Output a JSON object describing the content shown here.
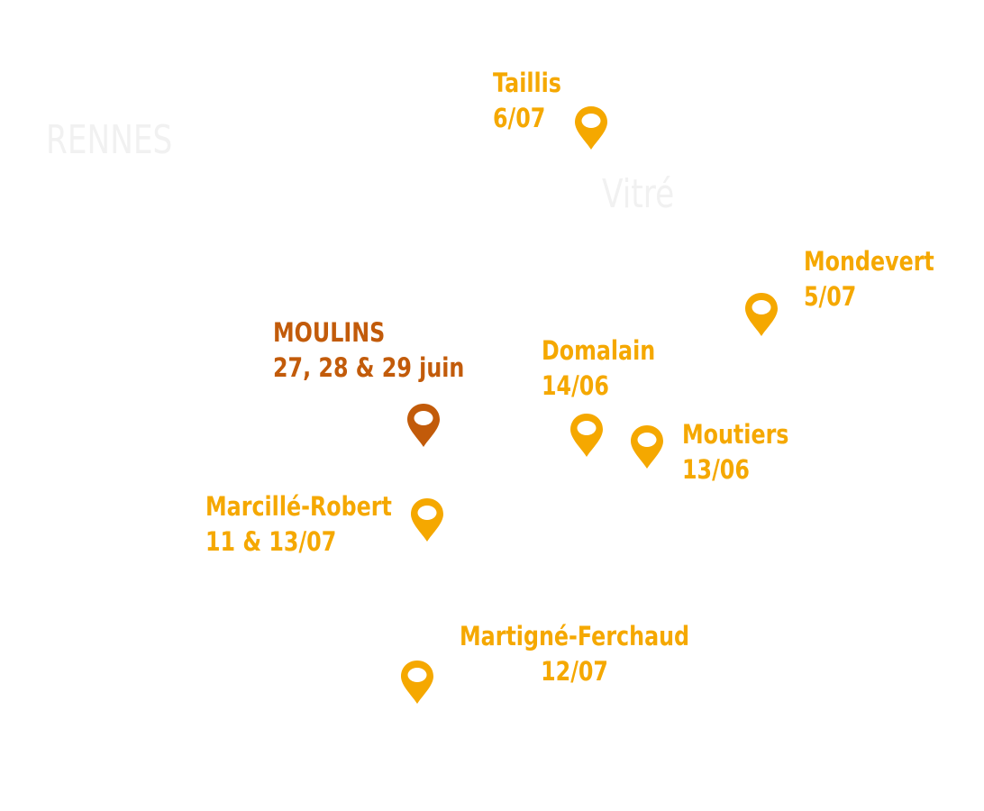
{
  "colors": {
    "marker": "#f5a800",
    "highlight": "#c25b0a",
    "city_label": "#f1f1f1",
    "background": "#ffffff"
  },
  "cities": {
    "rennes": "RENNES",
    "vitre": "Vitré"
  },
  "locations": [
    {
      "id": "taillis",
      "name": "Taillis",
      "date": "6/07",
      "highlight": false,
      "icon": "map-pin-icon"
    },
    {
      "id": "mondevert",
      "name": "Mondevert",
      "date": "5/07",
      "highlight": false,
      "icon": "map-pin-icon"
    },
    {
      "id": "moulins",
      "name": "MOULINS",
      "date": "27, 28 & 29 juin",
      "highlight": true,
      "icon": "map-pin-icon"
    },
    {
      "id": "domalain",
      "name": "Domalain",
      "date": "14/06",
      "highlight": false,
      "icon": "map-pin-icon"
    },
    {
      "id": "moutiers",
      "name": "Moutiers",
      "date": "13/06",
      "highlight": false,
      "icon": "map-pin-icon"
    },
    {
      "id": "marcille-robert",
      "name": "Marcillé-Robert",
      "date": "11 & 13/07",
      "highlight": false,
      "icon": "map-pin-icon"
    },
    {
      "id": "martigne-ferchaud",
      "name": "Martigné-Ferchaud",
      "date": "12/07",
      "highlight": false,
      "icon": "map-pin-icon"
    }
  ]
}
